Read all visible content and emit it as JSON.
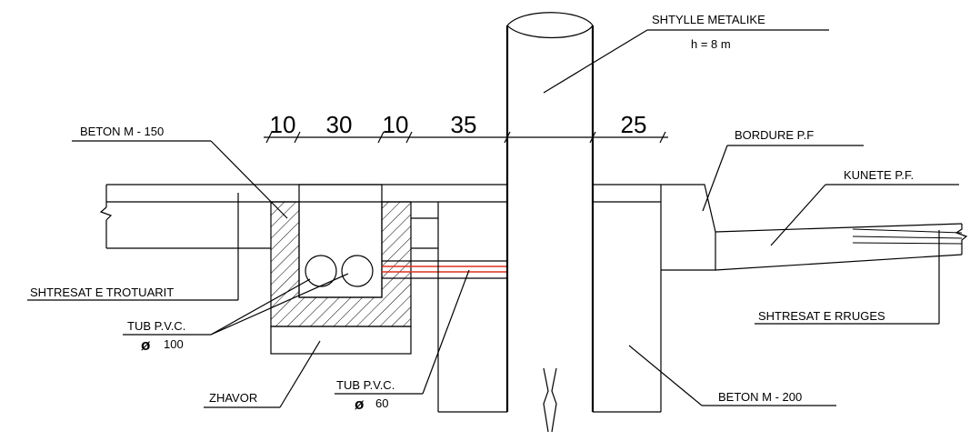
{
  "labels": {
    "pole_title": "SHTYLLE  METALIKE",
    "pole_height": "h = 8 m",
    "beton_150": "BETON  M - 150",
    "beton_200": "BETON  M - 200",
    "bordure": "BORDURE  P.F",
    "kunete": "KUNETE  P.F.",
    "shtresat_trotuarit": "SHTRESAT E TROTUARIT",
    "shtresat_rruges": "SHTRESAT E RRUGES",
    "tub_100_label": "TUB P.V.C.",
    "tub_100_size": "100",
    "tub_60_label": "TUB P.V.C.",
    "tub_60_size": "60",
    "zhavor": "ZHAVOR"
  },
  "dimensions": [
    "10",
    "30",
    "10",
    "35",
    "25"
  ],
  "symbols": {
    "diameter": "ø"
  }
}
